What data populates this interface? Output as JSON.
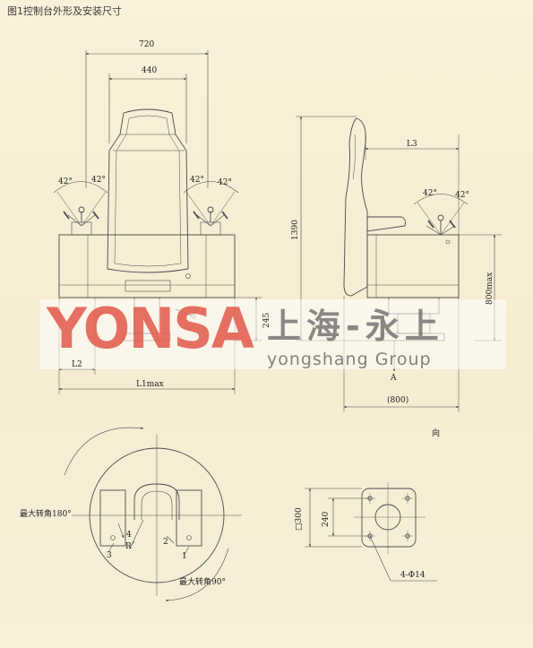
{
  "caption": "图1控制台外形及安装尺寸",
  "dimensions": {
    "width_720": "720",
    "width_440": "440",
    "angle_42": "42°",
    "height_1390": "1390",
    "height_800max": "800max",
    "height_245": "245",
    "l2": "L2",
    "l1max": "L1max",
    "l3": "L3",
    "width_800": "(800)",
    "label_a": "A",
    "view_dir": "向",
    "square_300": "□300",
    "dim_240": "240",
    "holes": "4-Φ14"
  },
  "rotation": {
    "max_180": "最大转角180°",
    "max_90": "最大转角90°",
    "n4": "4",
    "n3": "3",
    "n2": "2",
    "n1": "1",
    "r": "R"
  },
  "brand": {
    "name": "YONSA",
    "cn": "上海-永上",
    "en": "yongshang Group"
  },
  "colors": {
    "paper": "#f7efd6",
    "line": "#4a4a4a",
    "brand_red": "#e2584a",
    "brand_gray": "#6d6d6d"
  }
}
